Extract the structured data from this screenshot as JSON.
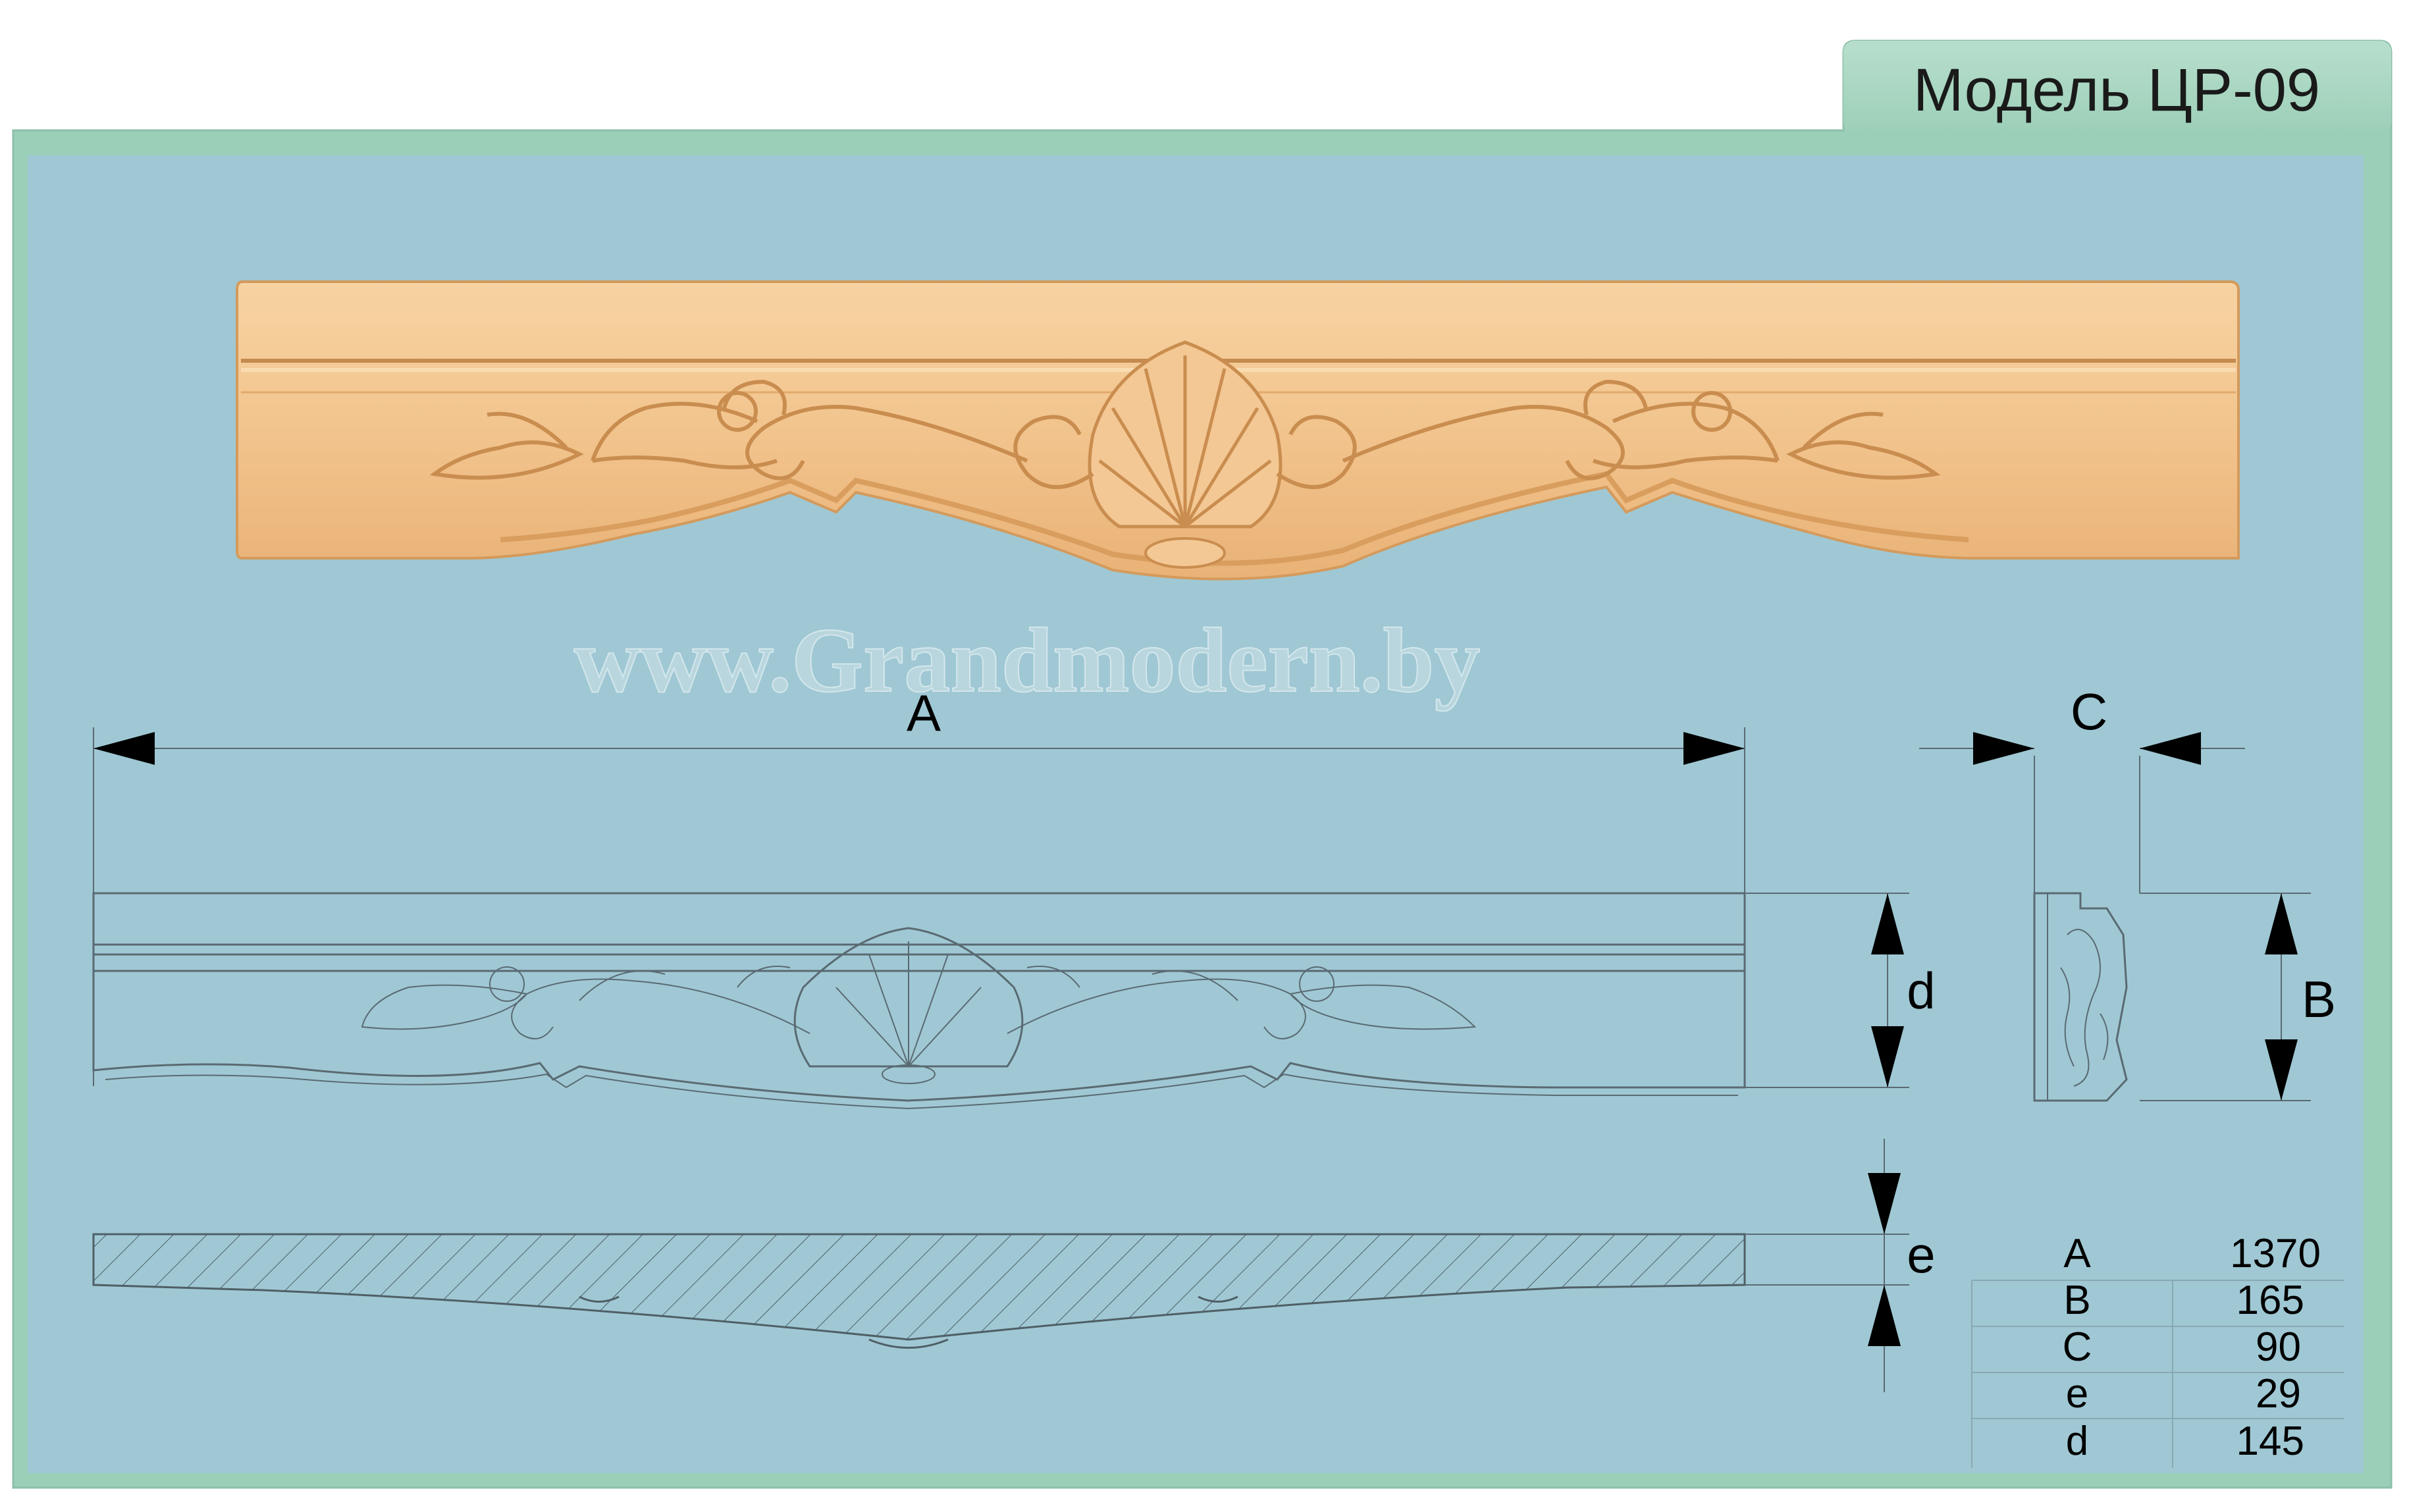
{
  "title": "Модель ЦР-09",
  "watermark": "www.Grandmodern.by",
  "dimension_labels": {
    "A": "A",
    "B": "B",
    "C": "C",
    "d": "d",
    "e": "e"
  },
  "spec_table": [
    {
      "key": "A",
      "value": "1370"
    },
    {
      "key": "B",
      "value": "165"
    },
    {
      "key": "C",
      "value": "90"
    },
    {
      "key": "e",
      "value": "29"
    },
    {
      "key": "d",
      "value": "145"
    }
  ],
  "colors": {
    "frame": "#9ccfb8",
    "panel": "#9fc8d4",
    "wood": "#f2c48d",
    "wood_shadow": "#d99e5e",
    "line": "#5a6a72"
  }
}
